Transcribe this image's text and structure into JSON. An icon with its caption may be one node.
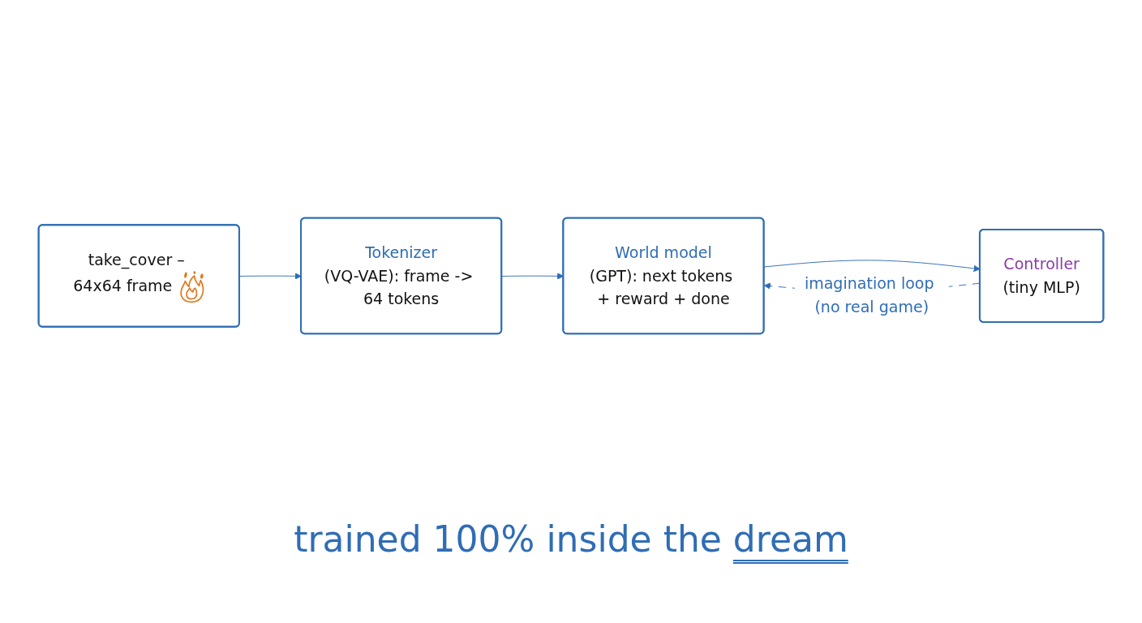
{
  "diagram": {
    "nodes": [
      {
        "text": [
          "take_cover – 64x64 frame"
        ]
      },
      {
        "text": [
          "Tokenizer",
          "(VQ-VAE): frame -> 64 tokens"
        ]
      },
      {
        "text": [
          "World model",
          "(GPT): next tokens + reward + done"
        ]
      },
      {
        "text": [
          "Controller",
          "(tiny MLP)"
        ]
      }
    ],
    "edges": [
      {
        "from": 0,
        "to": 1,
        "arrow": "to"
      },
      {
        "from": 1,
        "to": 2,
        "arrow": "to"
      },
      {
        "from": 2,
        "to": 3,
        "arrow": "to"
      },
      {
        "from": 3,
        "to": 2,
        "arrow": "to",
        "style": "dashed",
        "label": "imagination loop (no real game)"
      }
    ],
    "caption": "trained 100% inside the dream"
  }
}
